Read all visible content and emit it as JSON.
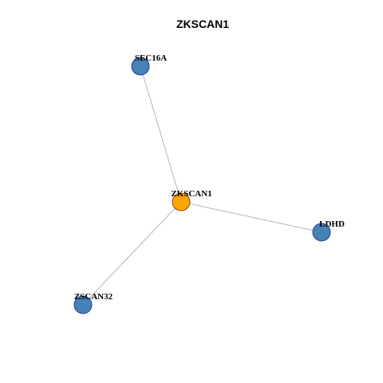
{
  "title": "ZKSCAN1",
  "colors": {
    "center_fill": "#FFA500",
    "center_stroke": "#8B4513",
    "neighbor_fill": "#4682B4",
    "neighbor_stroke": "#1E3FA0",
    "edge": "#B5B5B5"
  },
  "nodes": [
    {
      "id": "ZKSCAN1",
      "label": "ZKSCAN1",
      "role": "center"
    },
    {
      "id": "SEC16A",
      "label": "SEC16A",
      "role": "neighbor"
    },
    {
      "id": "LDHD",
      "label": "LDHD",
      "role": "neighbor"
    },
    {
      "id": "ZSCAN32",
      "label": "ZSCAN32",
      "role": "neighbor"
    }
  ],
  "edges": [
    {
      "source": "ZKSCAN1",
      "target": "SEC16A"
    },
    {
      "source": "ZKSCAN1",
      "target": "LDHD"
    },
    {
      "source": "ZKSCAN1",
      "target": "ZSCAN32"
    }
  ]
}
